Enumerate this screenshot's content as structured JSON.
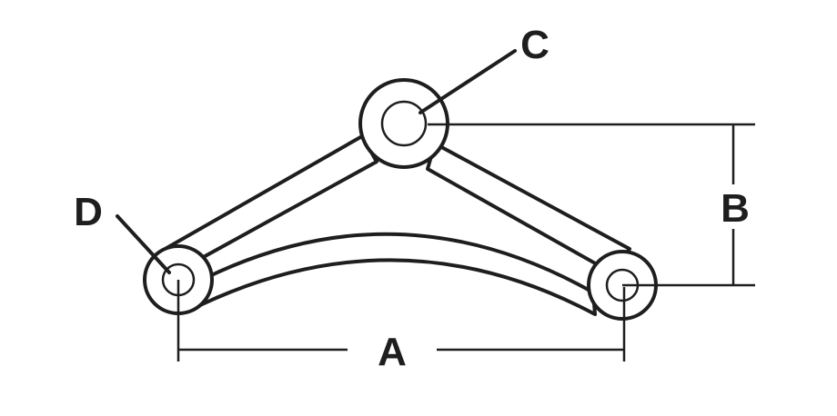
{
  "labels": {
    "a": "A",
    "b": "B",
    "c": "C",
    "d": "D"
  },
  "colors": {
    "stroke": "#1e1e1e",
    "background": "#ffffff"
  }
}
